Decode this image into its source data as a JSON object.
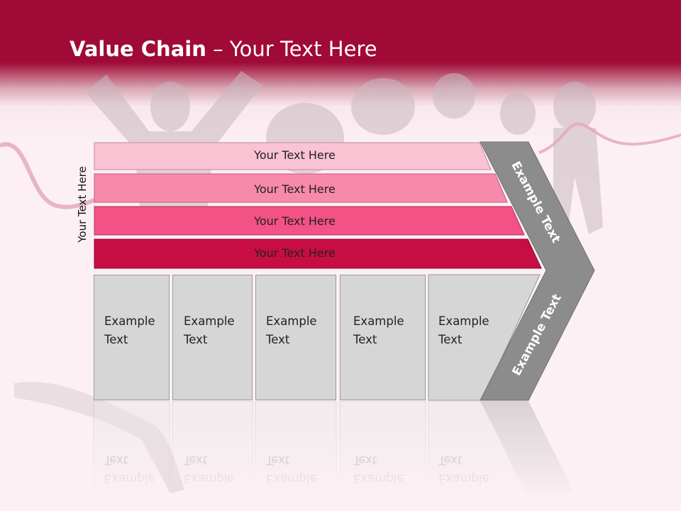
{
  "title": {
    "bold": "Value Chain",
    "rest": " – Your Text Here"
  },
  "side_label": "Your Text Here",
  "bars": [
    {
      "label": "Your Text Here",
      "color": "#f9c3d4"
    },
    {
      "label": "Your Text Here",
      "color": "#f78aab"
    },
    {
      "label": "Your Text Here",
      "color": "#f35286"
    },
    {
      "label": "Your Text Here",
      "color": "#c80d45"
    }
  ],
  "boxes": [
    {
      "line1": "Example",
      "line2": "Text"
    },
    {
      "line1": "Example",
      "line2": "Text"
    },
    {
      "line1": "Example",
      "line2": "Text"
    },
    {
      "line1": "Example",
      "line2": "Text"
    },
    {
      "line1": "Example",
      "line2": "Text"
    }
  ],
  "chevron": {
    "top_text": "Example Text",
    "bottom_text": "Example Text",
    "color": "#8c8c8c"
  },
  "colors": {
    "header": "#a00a36",
    "background": "#fcf0f4",
    "box": "#d6d6d6"
  }
}
